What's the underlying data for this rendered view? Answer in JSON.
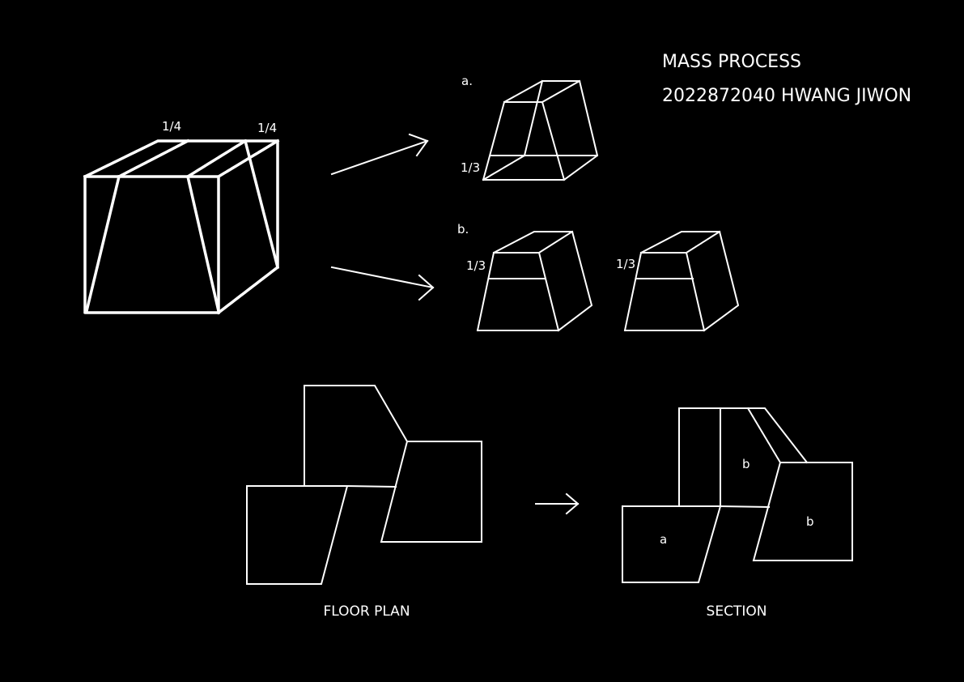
{
  "header": {
    "title": "MASS PROCESS",
    "author": "2022872040 HWANG JIWON"
  },
  "cube": {
    "label_left_quarter": "1/4",
    "label_right_quarter": "1/4"
  },
  "variant_a": {
    "label": "a.",
    "ratio_label": "1/3"
  },
  "variant_b": {
    "label": "b.",
    "ratio_label_1": "1/3",
    "ratio_label_2": "1/3"
  },
  "floor_plan": {
    "caption": "FLOOR PLAN"
  },
  "section": {
    "caption": "SECTION",
    "zone_a": "a",
    "zone_b_upper": "b",
    "zone_b_lower": "b"
  },
  "colors": {
    "background": "#000000",
    "line": "#ffffff"
  }
}
